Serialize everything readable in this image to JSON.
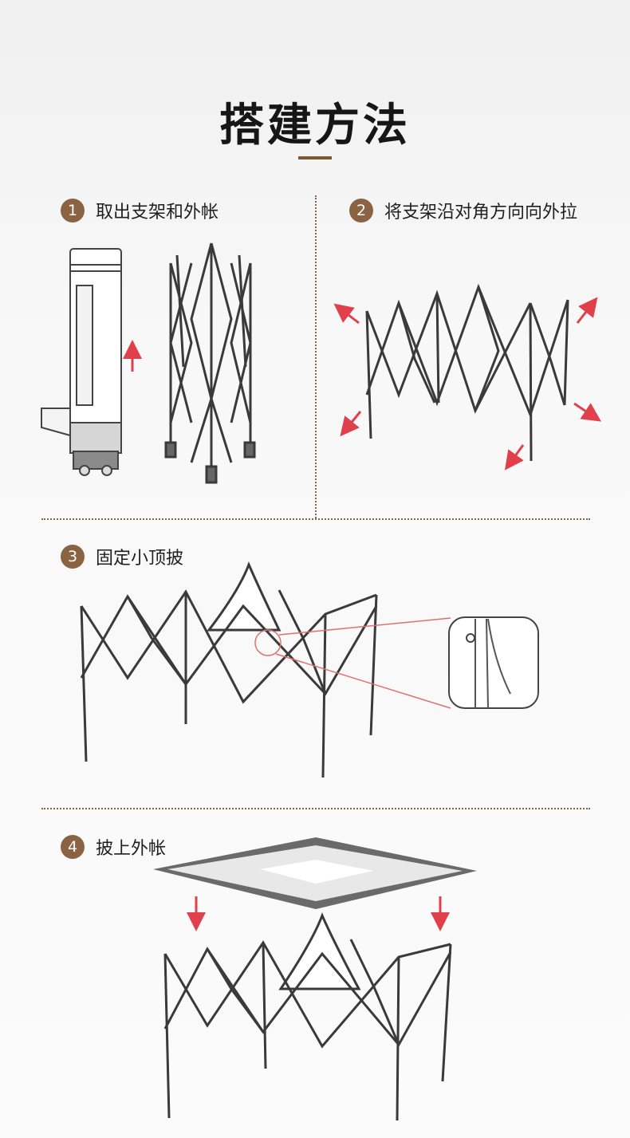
{
  "title": "搭建方法",
  "steps": [
    {
      "number": "1",
      "label": "取出支架和外帐"
    },
    {
      "number": "2",
      "label": "将支架沿对角方向向外拉"
    },
    {
      "number": "3",
      "label": "固定小顶披"
    },
    {
      "number": "4",
      "label": "披上外帐"
    }
  ],
  "colors": {
    "accent": "#8a6442",
    "arrow": "#e0404a",
    "frame": "#3a3a3a"
  }
}
